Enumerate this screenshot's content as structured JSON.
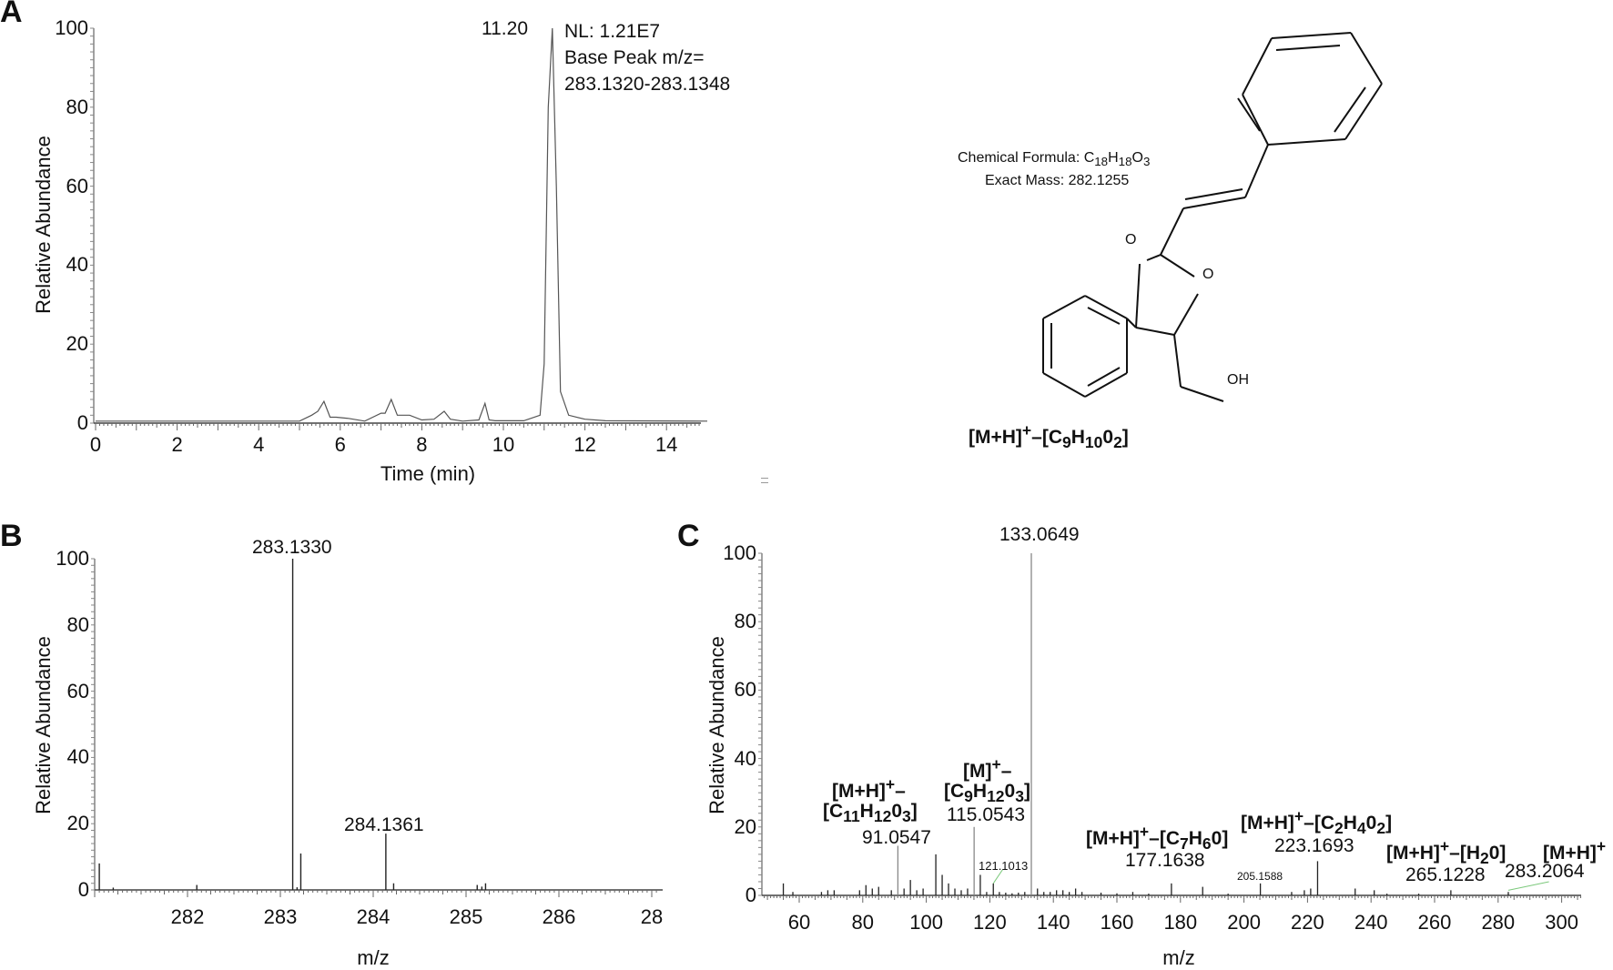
{
  "panels": {
    "A": {
      "letter": "A",
      "chart_type": "line",
      "ylabel": "Relative Abundance",
      "xlabel": "Time (min)",
      "yticks": [
        "0",
        "20",
        "40",
        "60",
        "80",
        "100"
      ],
      "xticks": [
        "0",
        "2",
        "4",
        "6",
        "8",
        "10",
        "12",
        "14"
      ],
      "peak_label": "11.20",
      "annotation_lines": [
        "NL: 1.21E7",
        "Base Peak m/z=",
        "283.1320-283.1348"
      ]
    },
    "structure": {
      "formula_prefix": "Chemical Formula: ",
      "formula_html_parts": [
        "C",
        "18",
        "H",
        "18",
        "O",
        "3"
      ],
      "exact_mass": "Exact Mass: 282.1255",
      "atom_O1": "O",
      "atom_O2": "O",
      "atom_OH": "OH",
      "fragment_label_parts": [
        "[M+H]",
        "+",
        "–[C",
        "9",
        "H",
        "10",
        "0",
        "2",
        "]"
      ]
    },
    "B": {
      "letter": "B",
      "chart_type": "bar",
      "ylabel": "Relative Abundance",
      "xlabel": "m/z",
      "yticks": [
        "0",
        "20",
        "40",
        "60",
        "80",
        "100"
      ],
      "xticks": [
        "282",
        "283",
        "284",
        "285",
        "286",
        "28"
      ],
      "peak_labels": [
        "283.1330",
        "284.1361"
      ]
    },
    "C": {
      "letter": "C",
      "chart_type": "bar",
      "ylabel": "Relative Abundance",
      "xlabel": "m/z",
      "yticks": [
        "0",
        "20",
        "40",
        "60",
        "80",
        "100"
      ],
      "xticks": [
        "60",
        "80",
        "100",
        "120",
        "140",
        "160",
        "180",
        "200",
        "220",
        "240",
        "260",
        "280",
        "300"
      ],
      "base_peak_label": "133.0649",
      "labels": {
        "p91_line1": "[M+H]",
        "p91_line1_sup": "+",
        "p91_line1_tail": "–",
        "p91_line2": [
          "[C",
          "11",
          "H",
          "12",
          "0",
          "3",
          "]"
        ],
        "p91_mz": "91.0547",
        "p115_line1": "[M]",
        "p115_line1_sup": "+",
        "p115_line1_tail": "–",
        "p115_line2": [
          "[C",
          "9",
          "H",
          "12",
          "0",
          "3",
          "]"
        ],
        "p115_mz": "115.0543",
        "p121_mz": "121.1013",
        "p177_label": [
          "[M+H]",
          "+",
          "–[C",
          "7",
          "H",
          "6",
          "0]"
        ],
        "p177_mz": "177.1638",
        "p205_mz": "205.1588",
        "p223_label": [
          "[M+H]",
          "+",
          "–[C",
          "2",
          "H",
          "4",
          "0",
          "2",
          "]"
        ],
        "p223_mz": "223.1693",
        "p265_label": [
          "[M+H]",
          "+",
          "–[H",
          "2",
          "0]"
        ],
        "p265_mz": "265.1228",
        "p283_label": [
          "[M+H]",
          "+"
        ],
        "p283_mz": "283.2064"
      }
    }
  },
  "chart_data": [
    {
      "type": "line",
      "title": "A: Base peak chromatogram",
      "xlabel": "Time (min)",
      "ylabel": "Relative Abundance",
      "xlim": [
        0,
        15
      ],
      "ylim": [
        0,
        100
      ],
      "annotations": [
        "11.20",
        "NL: 1.21E7",
        "Base Peak m/z= 283.1320-283.1348"
      ],
      "x": [
        0,
        5.0,
        5.3,
        5.45,
        5.6,
        5.75,
        5.9,
        6.2,
        6.6,
        7.0,
        7.1,
        7.25,
        7.4,
        7.7,
        8.0,
        8.3,
        8.55,
        8.7,
        9.0,
        9.4,
        9.55,
        9.65,
        9.8,
        10.5,
        10.9,
        11.0,
        11.1,
        11.2,
        11.3,
        11.4,
        11.6,
        12.0,
        12.5,
        15.0
      ],
      "y": [
        0.5,
        0.5,
        2,
        3,
        5.5,
        1.5,
        1.5,
        1.2,
        0.5,
        2.5,
        2.5,
        6,
        2,
        2,
        0.8,
        1,
        3,
        1,
        0.5,
        0.8,
        5,
        0.8,
        0.6,
        0.6,
        2,
        15,
        80,
        100,
        60,
        8,
        2,
        1,
        0.6,
        0.5
      ]
    },
    {
      "type": "bar",
      "title": "B: Full MS spectrum",
      "xlabel": "m/z",
      "ylabel": "Relative Abundance",
      "xlim": [
        281.0,
        287.1
      ],
      "ylim": [
        0,
        100
      ],
      "x": [
        281.05,
        281.2,
        282.1,
        283.133,
        283.18,
        283.22,
        284.1361,
        284.22,
        285.12,
        285.17,
        285.21
      ],
      "values": [
        8,
        0.7,
        1.5,
        100,
        0.8,
        11,
        17,
        2,
        1.5,
        1,
        2
      ],
      "labels": {
        "283.1330": 100,
        "284.1361": 17
      }
    },
    {
      "type": "bar",
      "title": "C: MS/MS fragment spectrum",
      "xlabel": "m/z",
      "ylabel": "Relative Abundance",
      "xlim": [
        48,
        306
      ],
      "ylim": [
        0,
        100
      ],
      "x": [
        55,
        58,
        67,
        69,
        71,
        79,
        81,
        83,
        85,
        89,
        91.0547,
        93,
        95,
        97,
        99,
        103,
        105,
        107,
        109,
        111,
        113,
        115.0543,
        117,
        119,
        121.1013,
        123,
        125,
        127,
        129,
        131,
        133.0649,
        135,
        137,
        139,
        141,
        143,
        145,
        147,
        149,
        155,
        160,
        165,
        170,
        177.1638,
        187,
        195,
        205.1588,
        215,
        219,
        221,
        223.1693,
        235,
        241,
        245,
        255,
        265.1228,
        283.2064
      ],
      "values": [
        3.5,
        1,
        1,
        1.5,
        1.5,
        1.5,
        3,
        2,
        2.5,
        1.5,
        14.5,
        2,
        4.5,
        1.5,
        2,
        12,
        6,
        3.5,
        2,
        1.5,
        2,
        20,
        6,
        1,
        3.5,
        1,
        0.8,
        0.6,
        0.8,
        1,
        100,
        2,
        1,
        1,
        1.5,
        1.5,
        1,
        2,
        1,
        0.8,
        0.6,
        1,
        0.5,
        3.5,
        2.5,
        0.5,
        3.5,
        1,
        1.5,
        2,
        10,
        2,
        1.5,
        0.5,
        0.5,
        1.5,
        1
      ],
      "labels": [
        "133.0649",
        "91.0547",
        "115.0543",
        "121.1013",
        "177.1638",
        "205.1588",
        "223.1693",
        "265.1228",
        "283.2064"
      ],
      "fragment_annotations": {
        "91.0547": "[M+H]+–[C11H12O3]",
        "115.0543": "[M]+–[C9H12O3]",
        "177.1638": "[M+H]+–[C7H6O]",
        "223.1693": "[M+H]+–[C2H4O2]",
        "265.1228": "[M+H]+–[H2O]",
        "283.2064": "[M+H]+"
      }
    }
  ]
}
